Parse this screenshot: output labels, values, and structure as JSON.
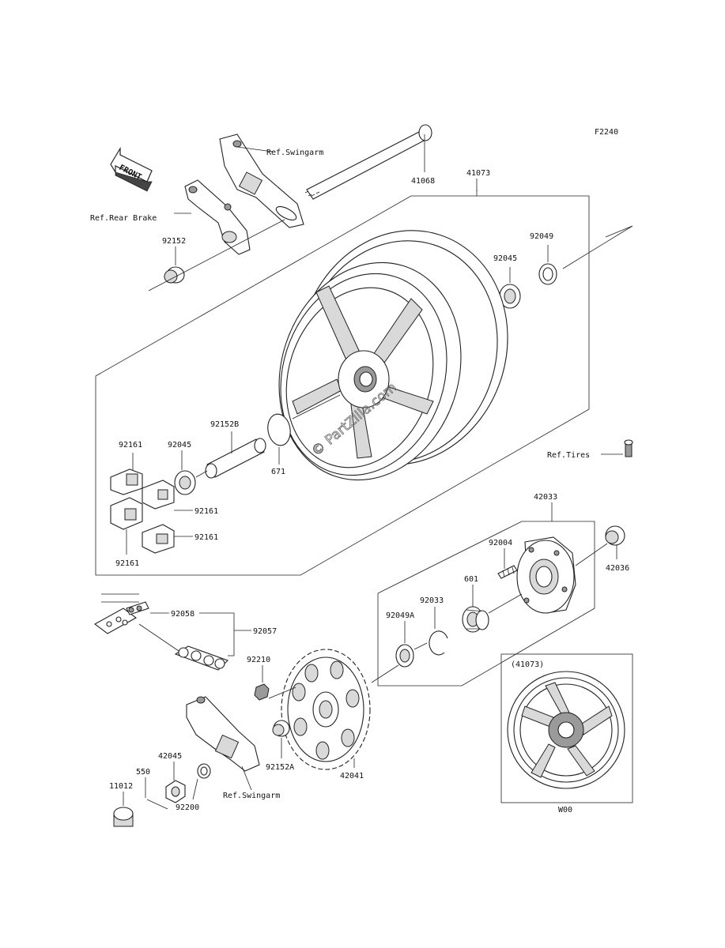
{
  "figure_code": "F2240",
  "front_arrow": "FRONT",
  "watermark": "© PartZilla.com",
  "inset": {
    "title": "(41073)",
    "code": "W00"
  },
  "labels": {
    "p41068": "41068",
    "p41073": "41073",
    "p92049": "92049",
    "p92045a": "92045",
    "p92152": "92152",
    "p92152b": "92152B",
    "p671": "671",
    "p92161a": "92161",
    "p92045b": "92045",
    "p92161b": "92161",
    "p92161c": "92161",
    "p92161d": "92161",
    "p42033": "42033",
    "p92004": "92004",
    "p42036": "42036",
    "p601": "601",
    "p92033": "92033",
    "p92049a": "92049A",
    "p92058": "92058",
    "p92057": "92057",
    "p92210": "92210",
    "p92152a": "92152A",
    "p42041": "42041",
    "p42045": "42045",
    "p550": "550",
    "p11012": "11012",
    "p92200": "92200",
    "ref_swingarm_top": "Ref.Swingarm",
    "ref_rear_brake": "Ref.Rear Brake",
    "ref_tires": "Ref.Tires",
    "ref_swingarm_bottom": "Ref.Swingarm"
  }
}
